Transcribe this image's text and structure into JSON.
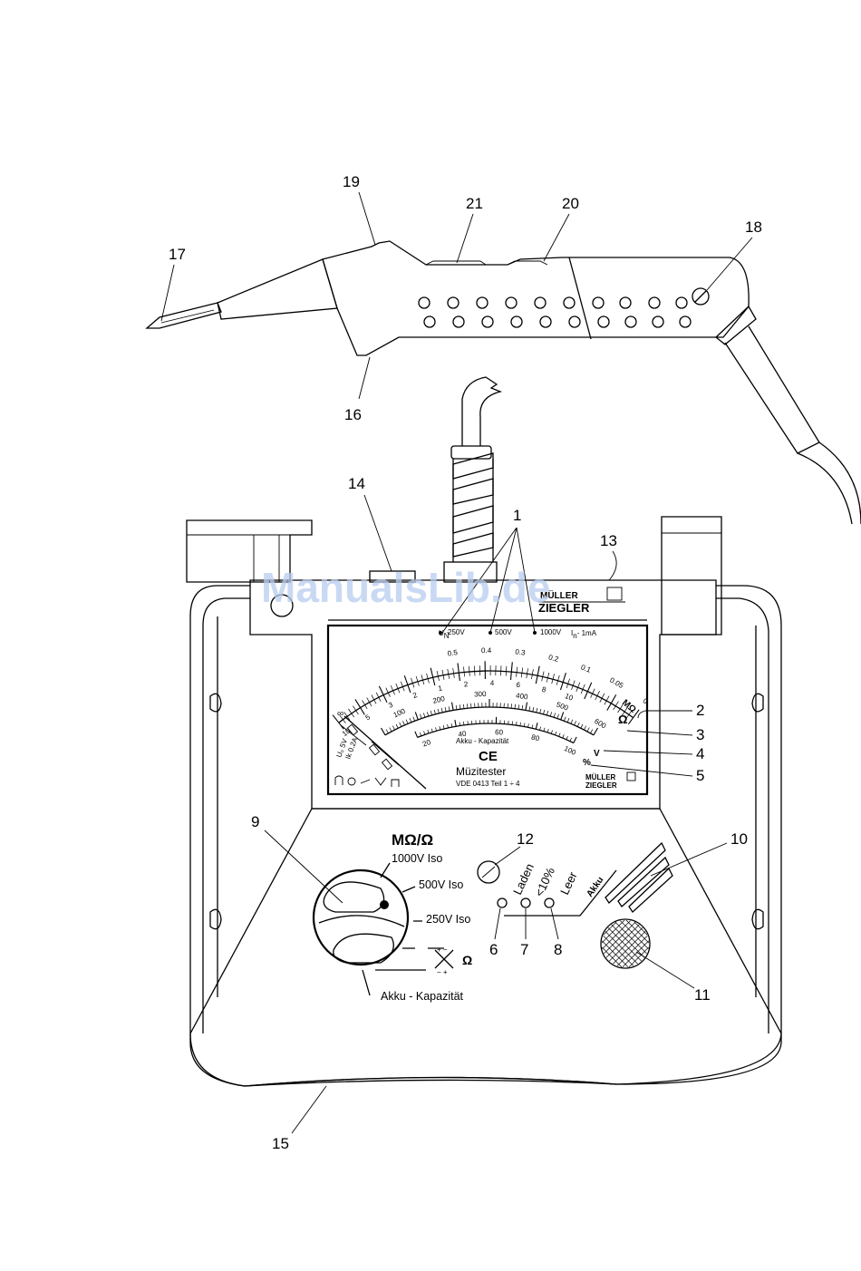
{
  "watermark": "ManualsLib.de",
  "callouts": {
    "c1": "1",
    "c2": "2",
    "c3": "3",
    "c4": "4",
    "c5": "5",
    "c6": "6",
    "c7": "7",
    "c8": "8",
    "c9": "9",
    "c10": "10",
    "c11": "11",
    "c12": "12",
    "c13": "13",
    "c14": "14",
    "c15": "15",
    "c16": "16",
    "c17": "17",
    "c18": "18",
    "c19": "19",
    "c20": "20",
    "c21": "21"
  },
  "brand": {
    "line1": "MÜLLER",
    "line2": "ZIEGLER"
  },
  "meter": {
    "un_label": "U",
    "un_sub": "N",
    "v250": "250V",
    "v500": "500V",
    "v1000": "1000V",
    "in_label": "I",
    "in_sub": "n",
    "in_value": "- 1mA",
    "scale_mohm": [
      "0.5",
      "0.4",
      "0.3",
      "0.2",
      "0.1",
      "0.05",
      "0"
    ],
    "scale_outer": [
      "10",
      "5",
      "3",
      "2",
      "1",
      "2",
      "4",
      "6",
      "8",
      "10"
    ],
    "scale_v": [
      "100",
      "200",
      "300",
      "400",
      "500",
      "600"
    ],
    "scale_pct": [
      "20",
      "40",
      "60",
      "80",
      "100"
    ],
    "unit_mohm": "MΩ",
    "unit_ohm": "Ω",
    "unit_v": "V",
    "unit_pct": "%",
    "akku_label": "Akku - Kapazität",
    "ce": "CE",
    "model": "Müzitester",
    "norm": "VDE 0413 Teil 1 ÷ 4",
    "u0": "U₀ 5V",
    "ik": "Ik 0.2A",
    "infinity": "∞"
  },
  "panel": {
    "title": "MΩ/Ω",
    "pos_1000": "1000V Iso",
    "pos_500": "500V Iso",
    "pos_250": "250V Iso",
    "pos_ohm": "Ω",
    "pos_akku": "Akku - Kapazität",
    "led_laden": "Laden",
    "led_10": "<10%",
    "led_leer": "Leer",
    "akku": "Akku"
  }
}
